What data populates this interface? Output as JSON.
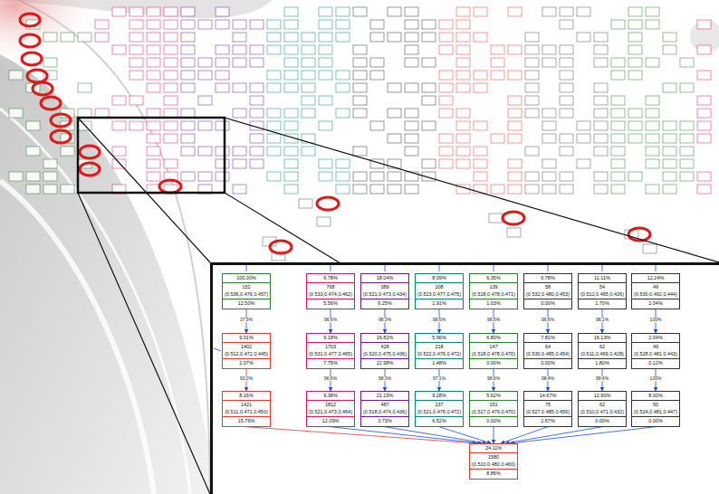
{
  "diagram": {
    "nodes": [
      {
        "text": [
          "100.00%",
          "152 (0.536,0.476,0.457)",
          "12.50%"
        ]
      },
      {
        "text": [
          "6.78%",
          "768 (0.533,0.474,0.462)",
          "5.56%"
        ]
      },
      {
        "text": [
          "18.04%",
          "389 (0.521,0.473,0.434)",
          "6.25%"
        ]
      },
      {
        "text": [
          "8.09%",
          "208 (0.523,0.477,0.475)",
          "1.91%"
        ]
      },
      {
        "text": [
          "6.35%",
          "139 (0.518,0.478,0.471)",
          "1.03%"
        ]
      },
      {
        "text": [
          "6.78%",
          "58 (0.532,0.480,0.453)",
          "0.00%"
        ]
      },
      {
        "text": [
          "11.11%",
          "54 (0.512,0.465,0.426)",
          "1.70%"
        ]
      },
      {
        "text": [
          "12.24%",
          "49 (0.530,0.492,0.444)",
          "2.04%"
        ]
      },
      {
        "text": [
          "9.01%",
          "1402 (0.512,0.472,0.445)",
          "2.07%"
        ]
      },
      {
        "text": [
          "9.18%",
          "1703 (0.531,0.477,0.465)",
          "7.75%"
        ]
      },
      {
        "text": [
          "16.82%",
          "428 (0.520,0.475,0.436)",
          "22.98%"
        ]
      },
      {
        "text": [
          "5.96%",
          "218 (0.522,0.476,0.472)",
          "1.48%"
        ]
      },
      {
        "text": [
          "6.80%",
          "147 (0.518,0.478,0.470)",
          "0.00%"
        ]
      },
      {
        "text": [
          "7.81%",
          "64 (0.530,0.485,0.454)",
          "0.00%"
        ]
      },
      {
        "text": [
          "16.13%",
          "62 (0.511,0.469,0.428)",
          "1.80%"
        ]
      },
      {
        "text": [
          "2.04%",
          "49 (0.528,0.481,0.443)",
          "0.12%"
        ]
      },
      {
        "text": [
          "8.16%",
          "1421 (0.511,0.471,0.450)",
          "15.76%"
        ]
      },
      {
        "text": [
          "9.38%",
          "1812 (0.521,0.473,0.464)",
          "12.09%"
        ]
      },
      {
        "text": [
          "21.15%",
          "487 (0.518,0.474,0.436)",
          "3.73%"
        ]
      },
      {
        "text": [
          "9.28%",
          "237 (0.521,0.476,0.472)",
          "6.52%"
        ]
      },
      {
        "text": [
          "5.62%",
          "151 (0.517,0.479,0.470)",
          "0.00%"
        ]
      },
      {
        "text": [
          "14.67%",
          "75 (0.527,0.485,0.456)",
          "2.67%"
        ]
      },
      {
        "text": [
          "12.90%",
          "62 (0.510,0.471,0.432)",
          "0.00%"
        ]
      },
      {
        "text": [
          "8.00%",
          "50 (0.524,0.481,0.447)",
          "0.00%"
        ]
      },
      {
        "text": [
          "24.11%",
          "1580 (0.510,0.480,0.460)",
          "8.86%"
        ]
      }
    ],
    "edges": [
      {
        "from": 0,
        "to": 8,
        "arrow": "to",
        "label": "37.9%"
      },
      {
        "from": 1,
        "to": 9,
        "arrow": "to",
        "label": "96.6%"
      },
      {
        "from": 2,
        "to": 10,
        "arrow": "to",
        "label": "98.3%"
      },
      {
        "from": 3,
        "to": 11,
        "arrow": "to",
        "label": "98.6%"
      },
      {
        "from": 4,
        "to": 12,
        "arrow": "to",
        "label": "98.6%"
      },
      {
        "from": 5,
        "to": 13,
        "arrow": "to",
        "label": "96.6%"
      },
      {
        "from": 6,
        "to": 14,
        "arrow": "to",
        "label": "98.1%"
      },
      {
        "from": 7,
        "to": 15,
        "arrow": "to",
        "label": "100%"
      },
      {
        "from": 8,
        "to": 16,
        "arrow": "to",
        "label": "93.0%"
      },
      {
        "from": 9,
        "to": 17,
        "arrow": "to",
        "label": "96.6%"
      },
      {
        "from": 10,
        "to": 18,
        "arrow": "to",
        "label": "98.3%"
      },
      {
        "from": 11,
        "to": 19,
        "arrow": "to",
        "label": "97.1%"
      },
      {
        "from": 12,
        "to": 20,
        "arrow": "to",
        "label": "98.6%"
      },
      {
        "from": 13,
        "to": 21,
        "arrow": "to",
        "label": "98.4%"
      },
      {
        "from": 14,
        "to": 22,
        "arrow": "to",
        "label": "98.4%"
      },
      {
        "from": 15,
        "to": 23,
        "arrow": "to",
        "label": "100%"
      },
      {
        "from": 16,
        "to": 24,
        "arrow": "to"
      },
      {
        "from": 17,
        "to": 24,
        "arrow": "to"
      },
      {
        "from": 18,
        "to": 24,
        "arrow": "to"
      },
      {
        "from": 19,
        "to": 24,
        "arrow": "to"
      },
      {
        "from": 20,
        "to": 24,
        "arrow": "to"
      },
      {
        "from": 21,
        "to": 24,
        "arrow": "to"
      },
      {
        "from": 22,
        "to": 24,
        "arrow": "to"
      },
      {
        "from": 23,
        "to": 24,
        "arrow": "to"
      }
    ]
  }
}
